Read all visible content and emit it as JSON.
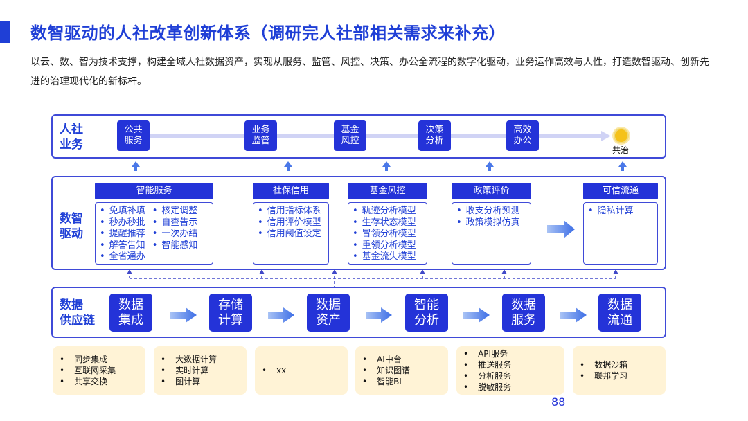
{
  "header": {
    "title": "数智驱动的人社改革创新体系（调研完人社部相关需求来补充）",
    "intro": "以云、数、智为技术支撑，构建全域人社数据资产，实现从服务、监管、风控、决策、办公全流程的数字化驱动，业务运作高效与人性，打造数智驱动、创新先进的治理现代化的新标杆。"
  },
  "row1": {
    "label": "人社\n业务",
    "items": [
      "公共\n服务",
      "业务\n监管",
      "基金\n风控",
      "决策\n分析",
      "高效\n办公"
    ],
    "end_label": "共治"
  },
  "row2": {
    "label": "数智\n驱动",
    "groups": [
      {
        "title": "智能服务",
        "col1": [
          "免填补填",
          "秒办秒批",
          "提醒推荐",
          "解答告知",
          "全省通办"
        ],
        "col2": [
          "核定调整",
          "自查告示",
          "一次办结",
          "智能感知"
        ]
      },
      {
        "title": "社保信用",
        "col1": [
          "信用指标体系",
          "信用评价模型",
          "信用阈值设定"
        ]
      },
      {
        "title": "基金风控",
        "col1": [
          "轨迹分析模型",
          "生存状态模型",
          "冒领分析模型",
          "重领分析模型",
          "基金流失模型"
        ]
      },
      {
        "title": "政策评价",
        "col1": [
          "收支分析预测",
          "政策模拟仿真"
        ]
      },
      {
        "title": "可信流通",
        "col1": [
          "隐私计算"
        ]
      }
    ]
  },
  "row3": {
    "label": "数据\n供应链",
    "items": [
      "数据\n集成",
      "存储\n计算",
      "数据\n资产",
      "智能\n分析",
      "数据\n服务",
      "数据\n流通"
    ]
  },
  "row4": {
    "boxes": [
      [
        "同步集成",
        "互联网采集",
        "共享交换"
      ],
      [
        "大数据计算",
        "实时计算",
        "图计算"
      ],
      [
        "xx"
      ],
      [
        "AI中台",
        "知识图谱",
        "智能BI"
      ],
      [
        "API服务",
        "推送服务",
        "分析服务",
        "脱敏服务"
      ],
      [
        "数据沙箱",
        "联邦学习"
      ]
    ]
  },
  "page_number": "88",
  "colors": {
    "primary": "#2433d8",
    "title": "#1f3fd6",
    "highlight": "#fff3d6",
    "dot": "#f5c21a",
    "arrow": "#4a78e8"
  }
}
